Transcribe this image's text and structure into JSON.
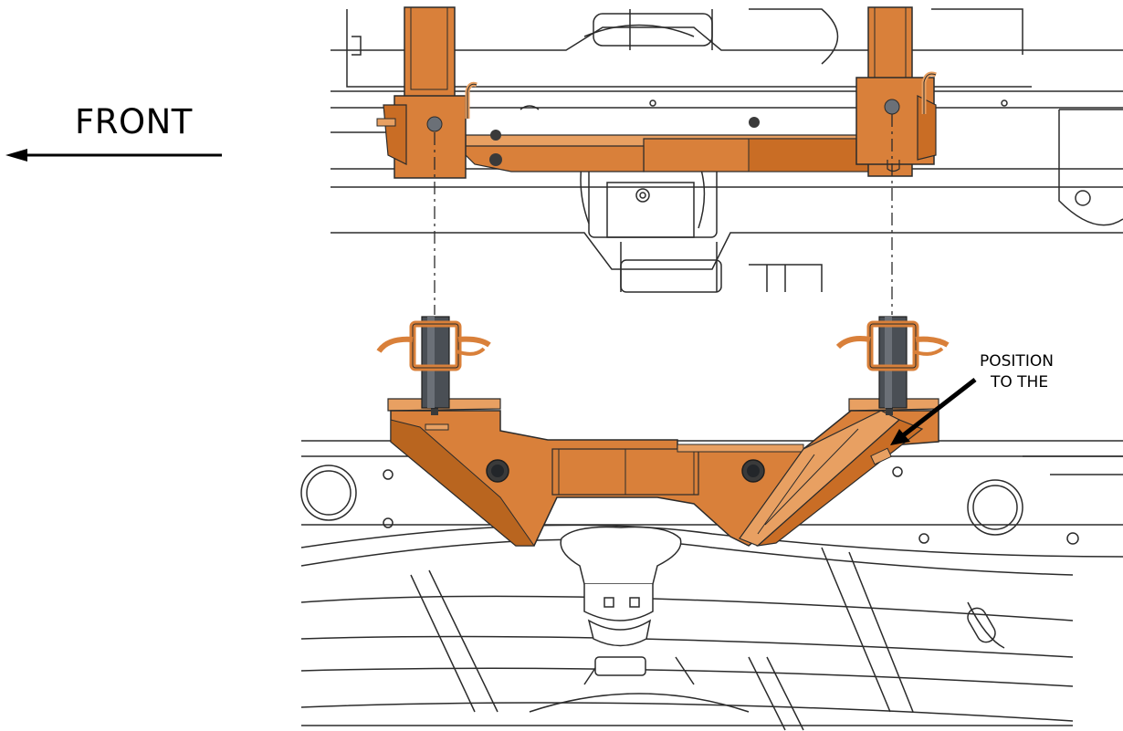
{
  "labels": {
    "direction": "FRONT",
    "callout_line1": "POSITION",
    "callout_line2": "TO THE"
  },
  "colors": {
    "bracket_orange": "#d9803a",
    "bracket_shadow": "#b9651f",
    "bracket_highlight": "#e8a062",
    "pin_dark": "#4a4f55",
    "line_art": "#2b2b2b",
    "background": "#ffffff"
  },
  "icons": {
    "direction_arrow": "arrow-left-icon",
    "callout_arrow": "leader-arrow-icon"
  }
}
